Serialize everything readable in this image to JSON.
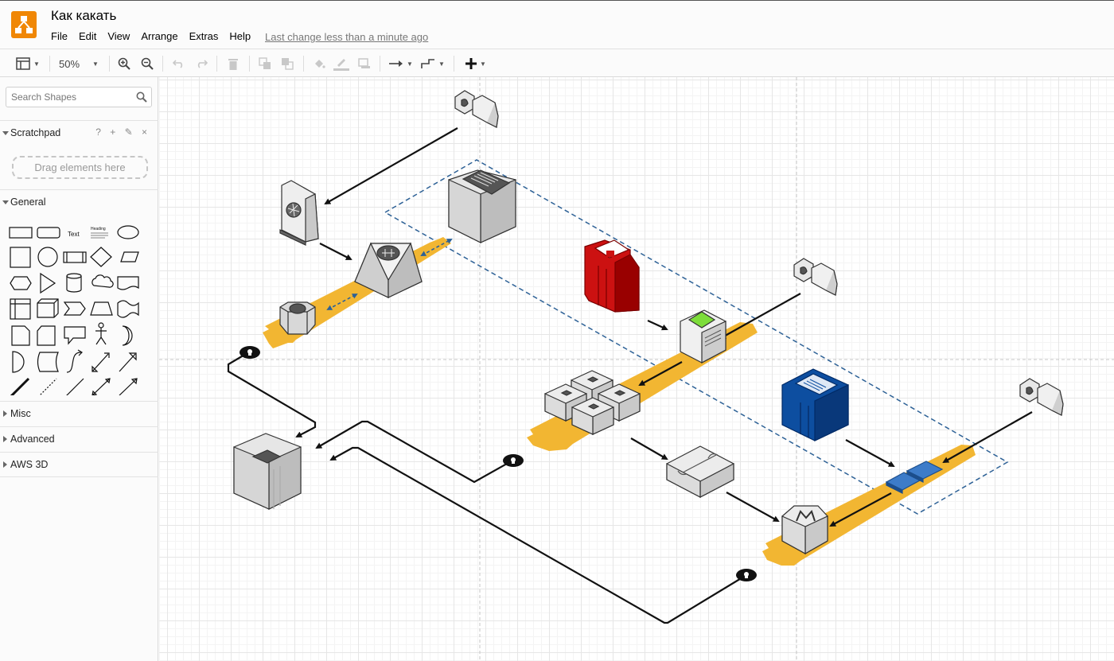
{
  "app": {
    "document_title": "Как какать",
    "last_change": "Last change less than a minute ago",
    "brand_color": "#f08705"
  },
  "menu": [
    "File",
    "Edit",
    "View",
    "Arrange",
    "Extras",
    "Help"
  ],
  "toolbar": {
    "zoom": "50%",
    "icons": [
      "format-panel-icon",
      "zoom-in-icon",
      "zoom-out-icon",
      "undo-icon",
      "redo-icon",
      "delete-icon",
      "to-front-icon",
      "to-back-icon",
      "fill-color-icon",
      "line-color-icon",
      "shadow-icon",
      "connection-icon",
      "waypoints-icon",
      "insert-icon"
    ]
  },
  "sidebar": {
    "search_placeholder": "Search Shapes",
    "scratchpad": {
      "title": "Scratchpad",
      "tools": "? + ✎ ×",
      "dropzone": "Drag elements here"
    },
    "general": {
      "title": "General",
      "text_shape_label": "Text",
      "heading_shape_label": "Heading"
    },
    "collapsed_sections": [
      "Misc",
      "Advanced",
      "AWS 3D"
    ]
  },
  "diagram": {
    "colors": {
      "highway": "#f2b632",
      "dashed_boundary": "#2d6196",
      "connector": "#111111",
      "red_db": "#cc1111",
      "blue_server": "#0d4ea0",
      "green_accent": "#7ddd3a",
      "blue_chips": "#3d7cc9"
    }
  }
}
